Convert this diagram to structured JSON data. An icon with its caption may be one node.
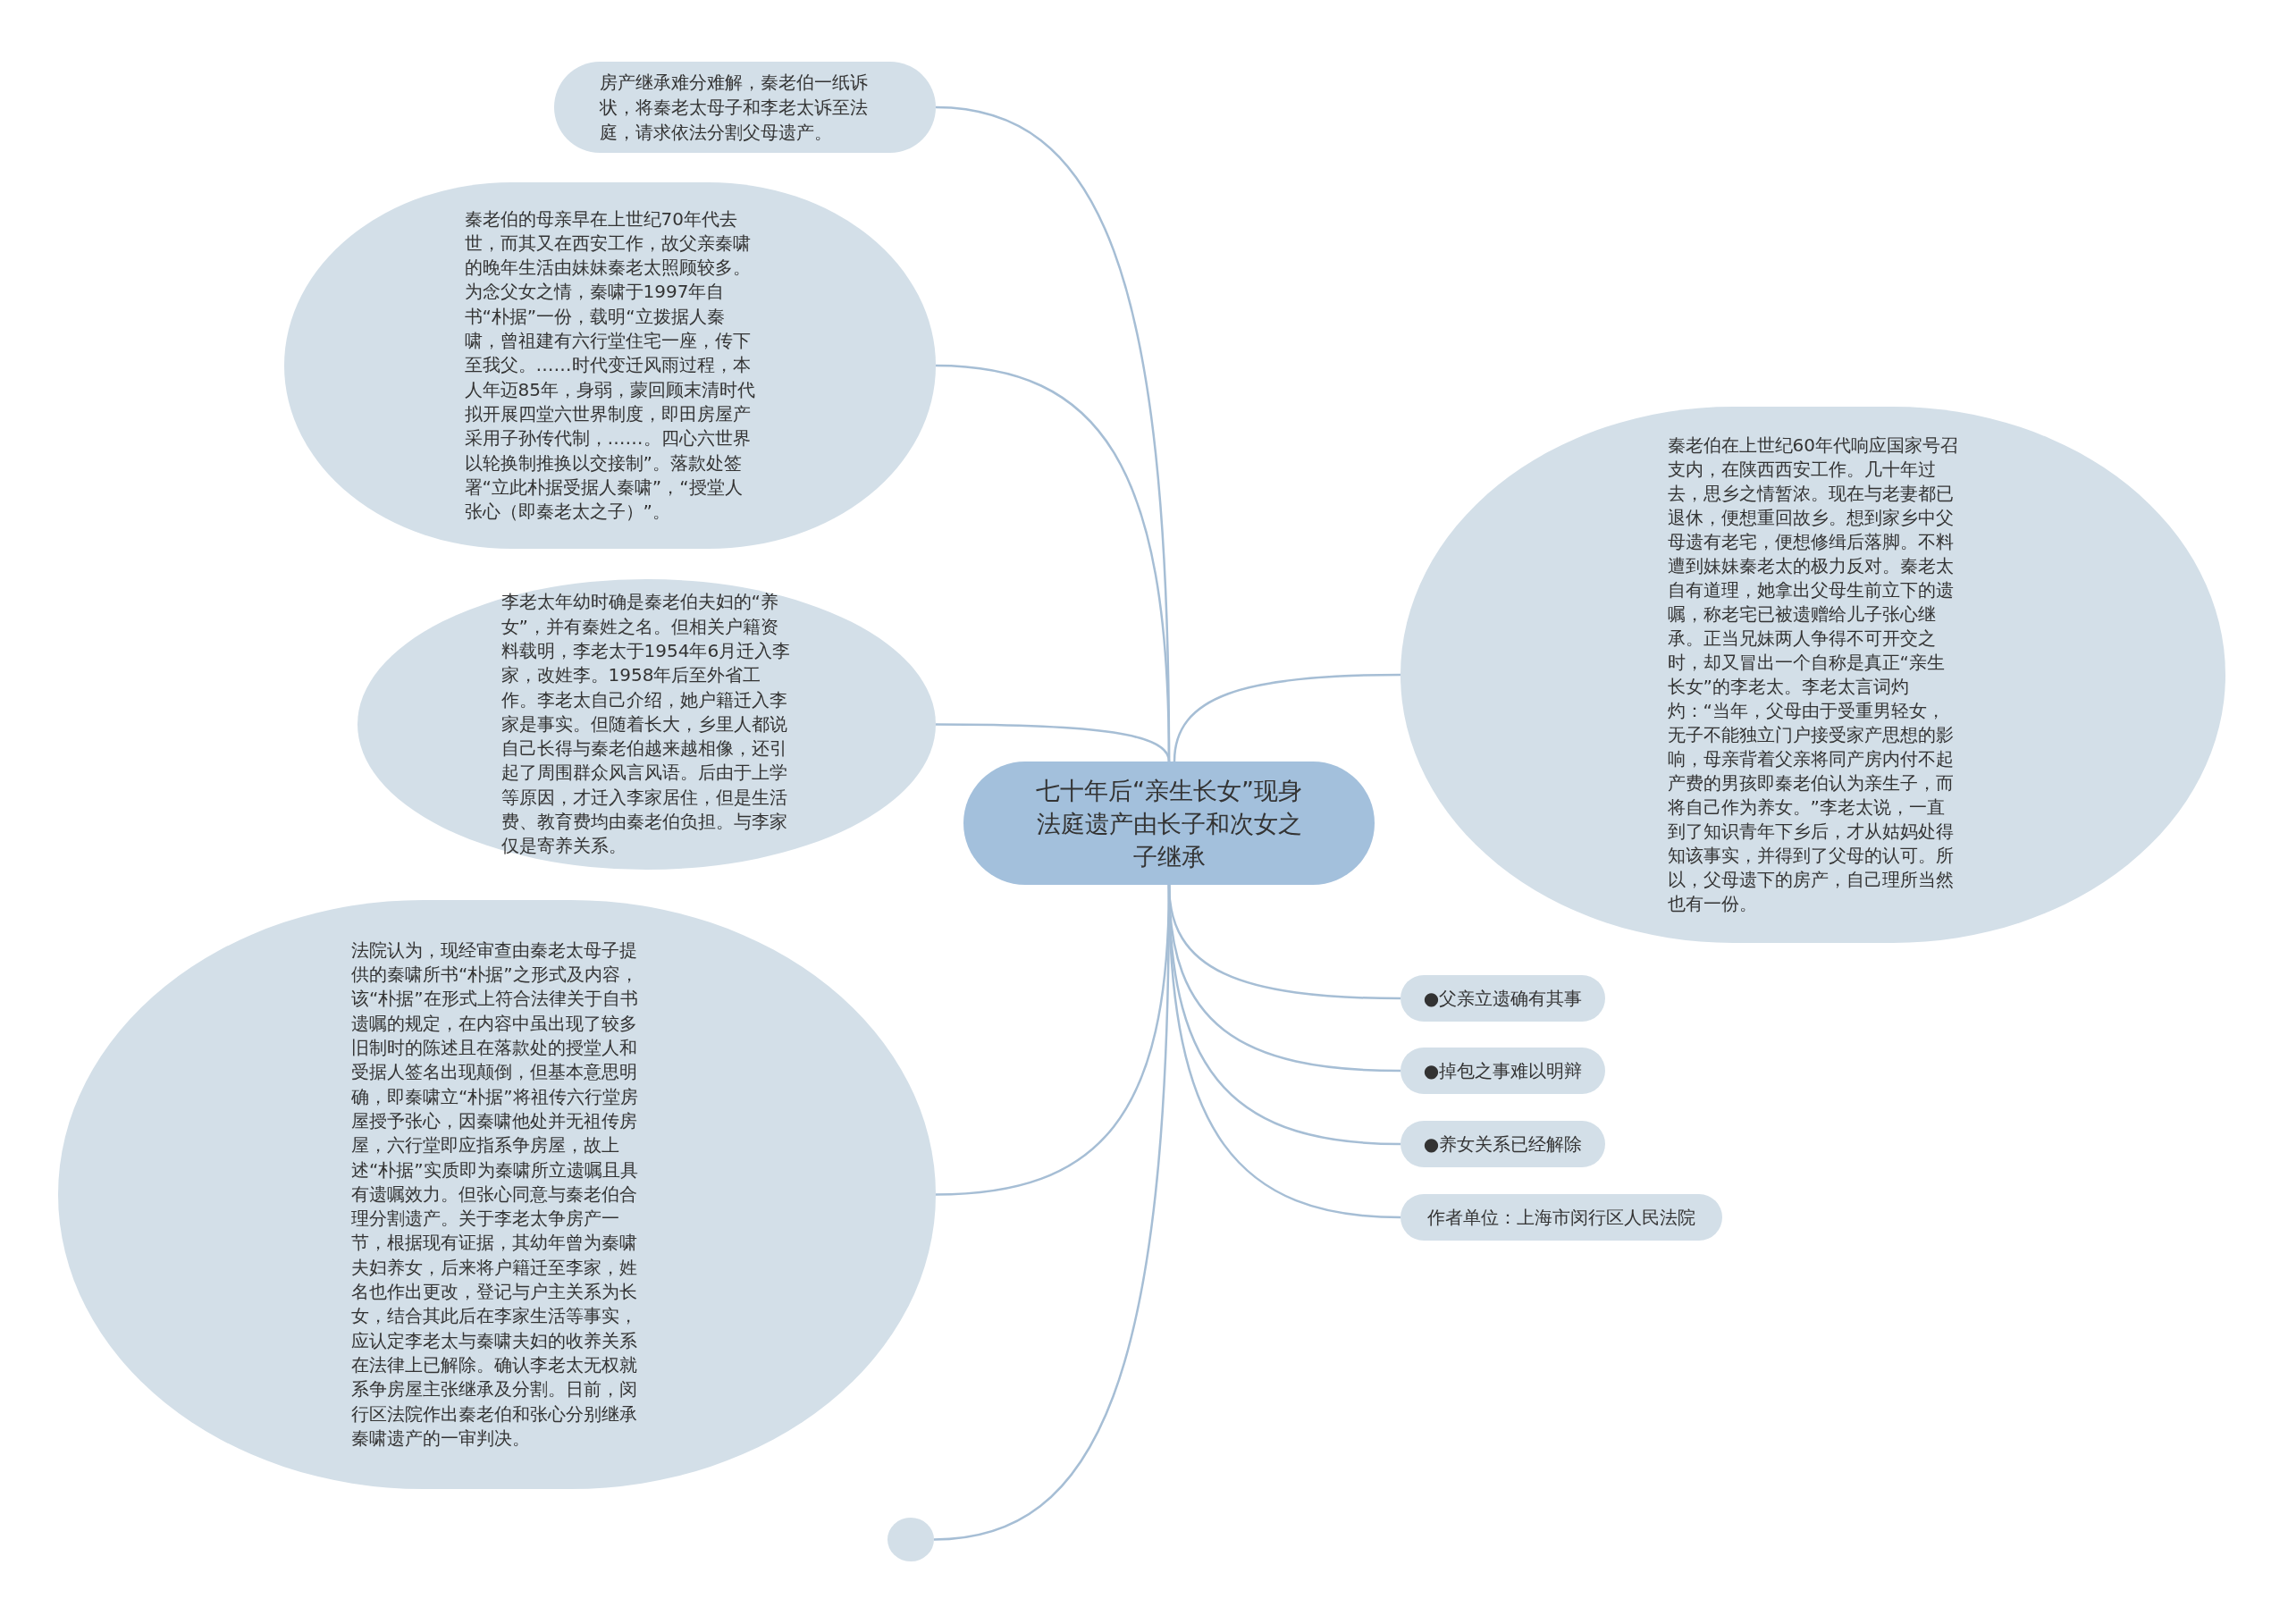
{
  "diagram": {
    "nodes": [
      {
        "text": [
          "七十年后“亲生长女”现身法庭遗产由长子和次女之子继承"
        ]
      },
      {
        "text": [
          "房产继承难分难解，秦老伯一纸诉状，将秦老太母子和李老太诉至法庭，请求依法分割父母遗产。"
        ]
      },
      {
        "text": [
          "秦老伯的母亲早在上世纪70年代去世，而其又在西安工作，故父亲秦啸的晚年生活由妹妹秦老太照顾较多。为念父女之情，秦啸于1997年自书“朴据”一份，载明“立拨据人秦啸，曾祖建有六行堂住宅一座，传下至我父。……时代变迁风雨过程，本人年迈85年，身弱，蒙回顾末清时代拟开展四堂六世界制度，即田房屋产采用子孙传代制，……。四心六世界以轮换制推换以交接制”。落款处签署“立此朴据受据人秦啸”，“授堂人张心（即秦老太之子）”。"
        ]
      },
      {
        "text": [
          "李老太年幼时确是秦老伯夫妇的“养女”，并有秦姓之名。但相关户籍资料载明，李老太于1954年6月迁入李家，改姓李。1958年后至外省工作。李老太自己介绍，她户籍迁入李家是事实。但随着长大，乡里人都说自己长得与秦老伯越来越相像，还引起了周围群众风言风语。后由于上学等原因，才迁入李家居住，但是生活费、教育费均由秦老伯负担。与李家仅是寄养关系。"
        ]
      },
      {
        "text": [
          "法院认为，现经审查由秦老太母子提供的秦啸所书“朴据”之形式及内容，该“朴据”在形式上符合法律关于自书遗嘱的规定，在内容中虽出现了较多旧制时的陈述且在落款处的授堂人和受据人签名出现颠倒，但基本意思明确，即秦啸立“朴据”将祖传六行堂房屋授予张心，因秦啸他处并无祖传房屋，六行堂即应指系争房屋，故上述“朴据”实质即为秦啸所立遗嘱且具有遗嘱效力。但张心同意与秦老伯合理分割遗产。关于李老太争房产一节，根据现有证据，其幼年曾为秦啸夫妇养女，后来将户籍迁至李家，姓名也作出更改，登记与户主关系为长女，结合其此后在李家生活等事实，应认定李老太与秦啸夫妇的收养关系在法律上已解除。确认李老太无权就系争房屋主张继承及分割。日前，闵行区法院作出秦老伯和张心分别继承秦啸遗产的一审判决。"
        ]
      },
      {
        "text": [
          "秦老伯在上世纪60年代响应国家号召支内，在陕西西安工作。几十年过去，思乡之情暂浓。现在与老妻都已退休，便想重回故乡。想到家乡中父母遗有老宅，便想修缉后落脚。不料遭到妹妹秦老太的极力反对。秦老太自有道理，她拿出父母生前立下的遗嘱，称老宅已被遗赠给儿子张心继承。正当兄妹两人争得不可开交之时，却又冒出一个自称是真正“亲生长女”的李老太。李老太言词灼灼：“当年，父母由于受重男轻女，无子不能独立门户接受家产思想的影响，母亲背着父亲将同产房内付不起产费的男孩即秦老伯认为亲生子，而将自己作为养女。”李老太说，一直到了知识青年下乡后，才从姑妈处得知该事实，并得到了父母的认可。所以，父母遗下的房产，自己理所当然也有一份。"
        ]
      },
      {
        "text": [
          "●父亲立遗确有其事"
        ]
      },
      {
        "text": [
          "●掉包之事难以明辩"
        ]
      },
      {
        "text": [
          "●养女关系已经解除"
        ]
      },
      {
        "text": [
          "作者单位：上海市闵行区人民法院"
        ]
      },
      {
        "text": [],
        "shape": "circle"
      }
    ],
    "edges": [
      {
        "from": 0,
        "to": 1,
        "arrow": "none"
      },
      {
        "from": 0,
        "to": 2,
        "arrow": "none"
      },
      {
        "from": 0,
        "to": 3,
        "arrow": "none"
      },
      {
        "from": 0,
        "to": 4,
        "arrow": "none"
      },
      {
        "from": 0,
        "to": 5,
        "arrow": "none"
      },
      {
        "from": 0,
        "to": 6,
        "arrow": "none"
      },
      {
        "from": 0,
        "to": 7,
        "arrow": "none"
      },
      {
        "from": 0,
        "to": 8,
        "arrow": "none"
      },
      {
        "from": 0,
        "to": 9,
        "arrow": "none"
      },
      {
        "from": 0,
        "to": 10,
        "arrow": "none"
      }
    ]
  }
}
